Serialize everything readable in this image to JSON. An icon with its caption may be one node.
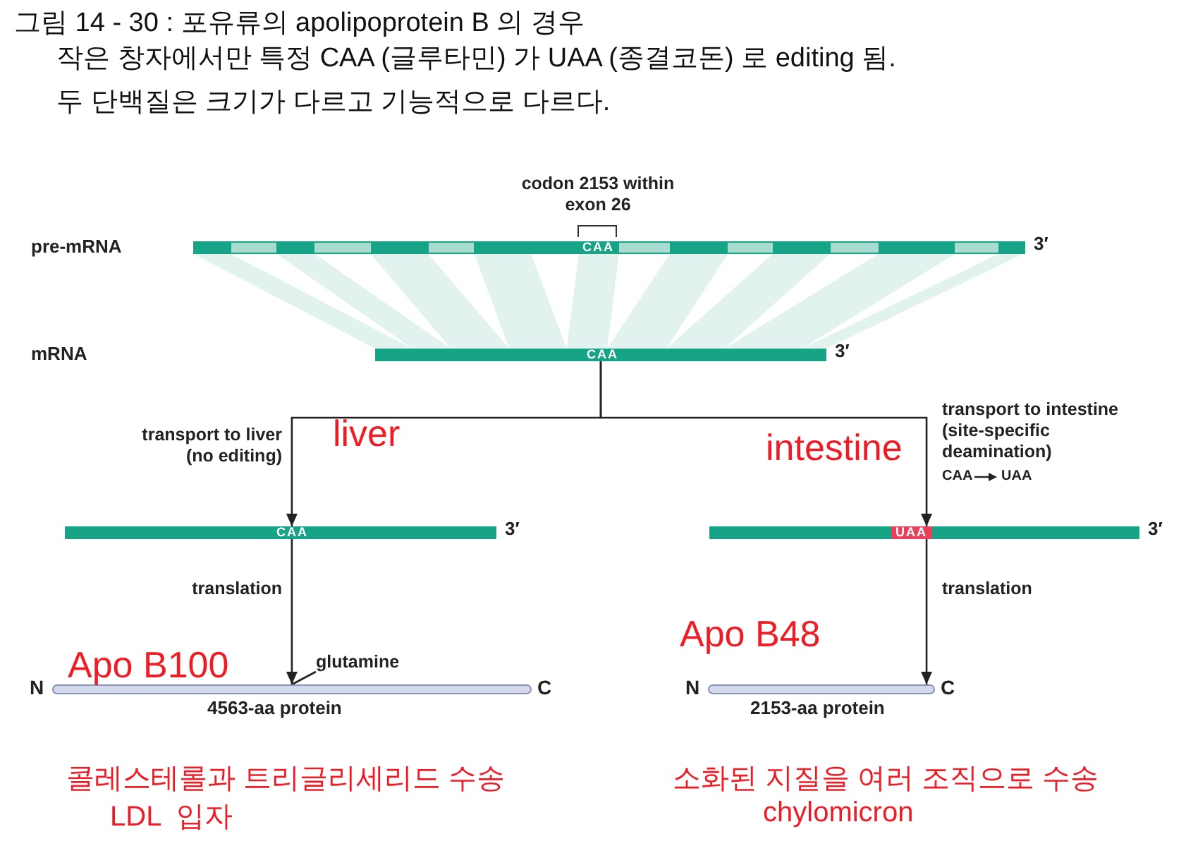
{
  "diagram": {
    "title": "그림 14 - 30 : 포유류의 apolipoprotein B 의 경우",
    "nodes": [
      {
        "text": [
          "CAA"
        ],
        "beside": [
          "3′"
        ]
      },
      {
        "text": [
          "CAA"
        ],
        "beside": [
          "3′"
        ]
      },
      {
        "text": [
          "CAA"
        ],
        "beside": [
          "3′"
        ]
      },
      {
        "text": [
          "UAA"
        ],
        "beside": [
          "3′"
        ]
      },
      {
        "text": [],
        "shape": "bar",
        "beside": [
          "N",
          "C",
          "4563-aa protein"
        ]
      },
      {
        "text": [],
        "shape": "bar",
        "beside": [
          "N",
          "C",
          "2153-aa protein"
        ]
      },
      {
        "text": [
          "glutamine"
        ]
      }
    ],
    "edges": [
      {
        "from": 1,
        "to": 2,
        "arrow": "to",
        "label": "transport to liver (no editing)"
      },
      {
        "from": 1,
        "to": 3,
        "arrow": "to",
        "label": "transport to intestine (site-specific deamination)"
      },
      {
        "from": 2,
        "to": 4,
        "arrow": "to",
        "label": "translation"
      },
      {
        "from": 3,
        "to": 5,
        "arrow": "to",
        "label": "translation"
      },
      {
        "from": 6,
        "to": 4,
        "arrow": "none"
      }
    ],
    "labels": [
      "작은 창자에서만 특정 CAA (글루타민) 가 UAA (종결코돈) 로 editing 됨.",
      "두 단백질은 크기가 다르고 기능적으로 다르다.",
      "codon 2153 within exon 26",
      "pre-mRNA",
      "mRNA",
      "liver",
      "intestine",
      "CAA",
      "UAA",
      "Apo B100",
      "Apo B48",
      "콜레스테롤과 트리글리세리드 수송",
      "소화된 지질을 여러 조직으로 수송",
      "LDL  입자",
      "chylomicron"
    ]
  }
}
